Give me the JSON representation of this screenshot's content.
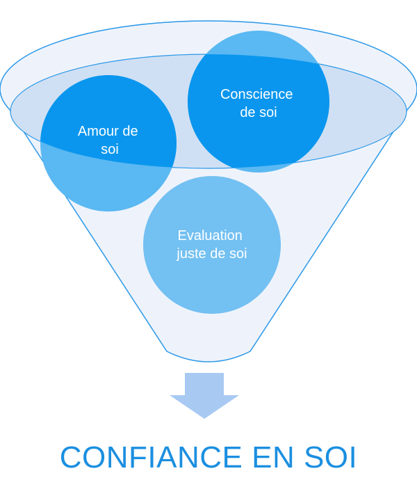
{
  "funnel": {
    "circles": [
      {
        "id": "amour",
        "lines": [
          "Amour de",
          "soi"
        ]
      },
      {
        "id": "conscience",
        "lines": [
          "Conscience",
          "de soi"
        ]
      },
      {
        "id": "evaluation",
        "lines": [
          "Evaluation",
          "juste de soi"
        ]
      }
    ]
  },
  "result": {
    "title": "CONFIANCE EN SOI"
  },
  "colors": {
    "funnel_fill": "#eef3fb",
    "funnel_stroke": "#2a98e8",
    "rim_fill": "#d0e0f4",
    "circle_dark": "#0a96ee",
    "circle_mid": "#5ab8f2",
    "circle_light": "#73c0f2",
    "arrow": "#a8c9f2",
    "title": "#1b8fe0"
  }
}
